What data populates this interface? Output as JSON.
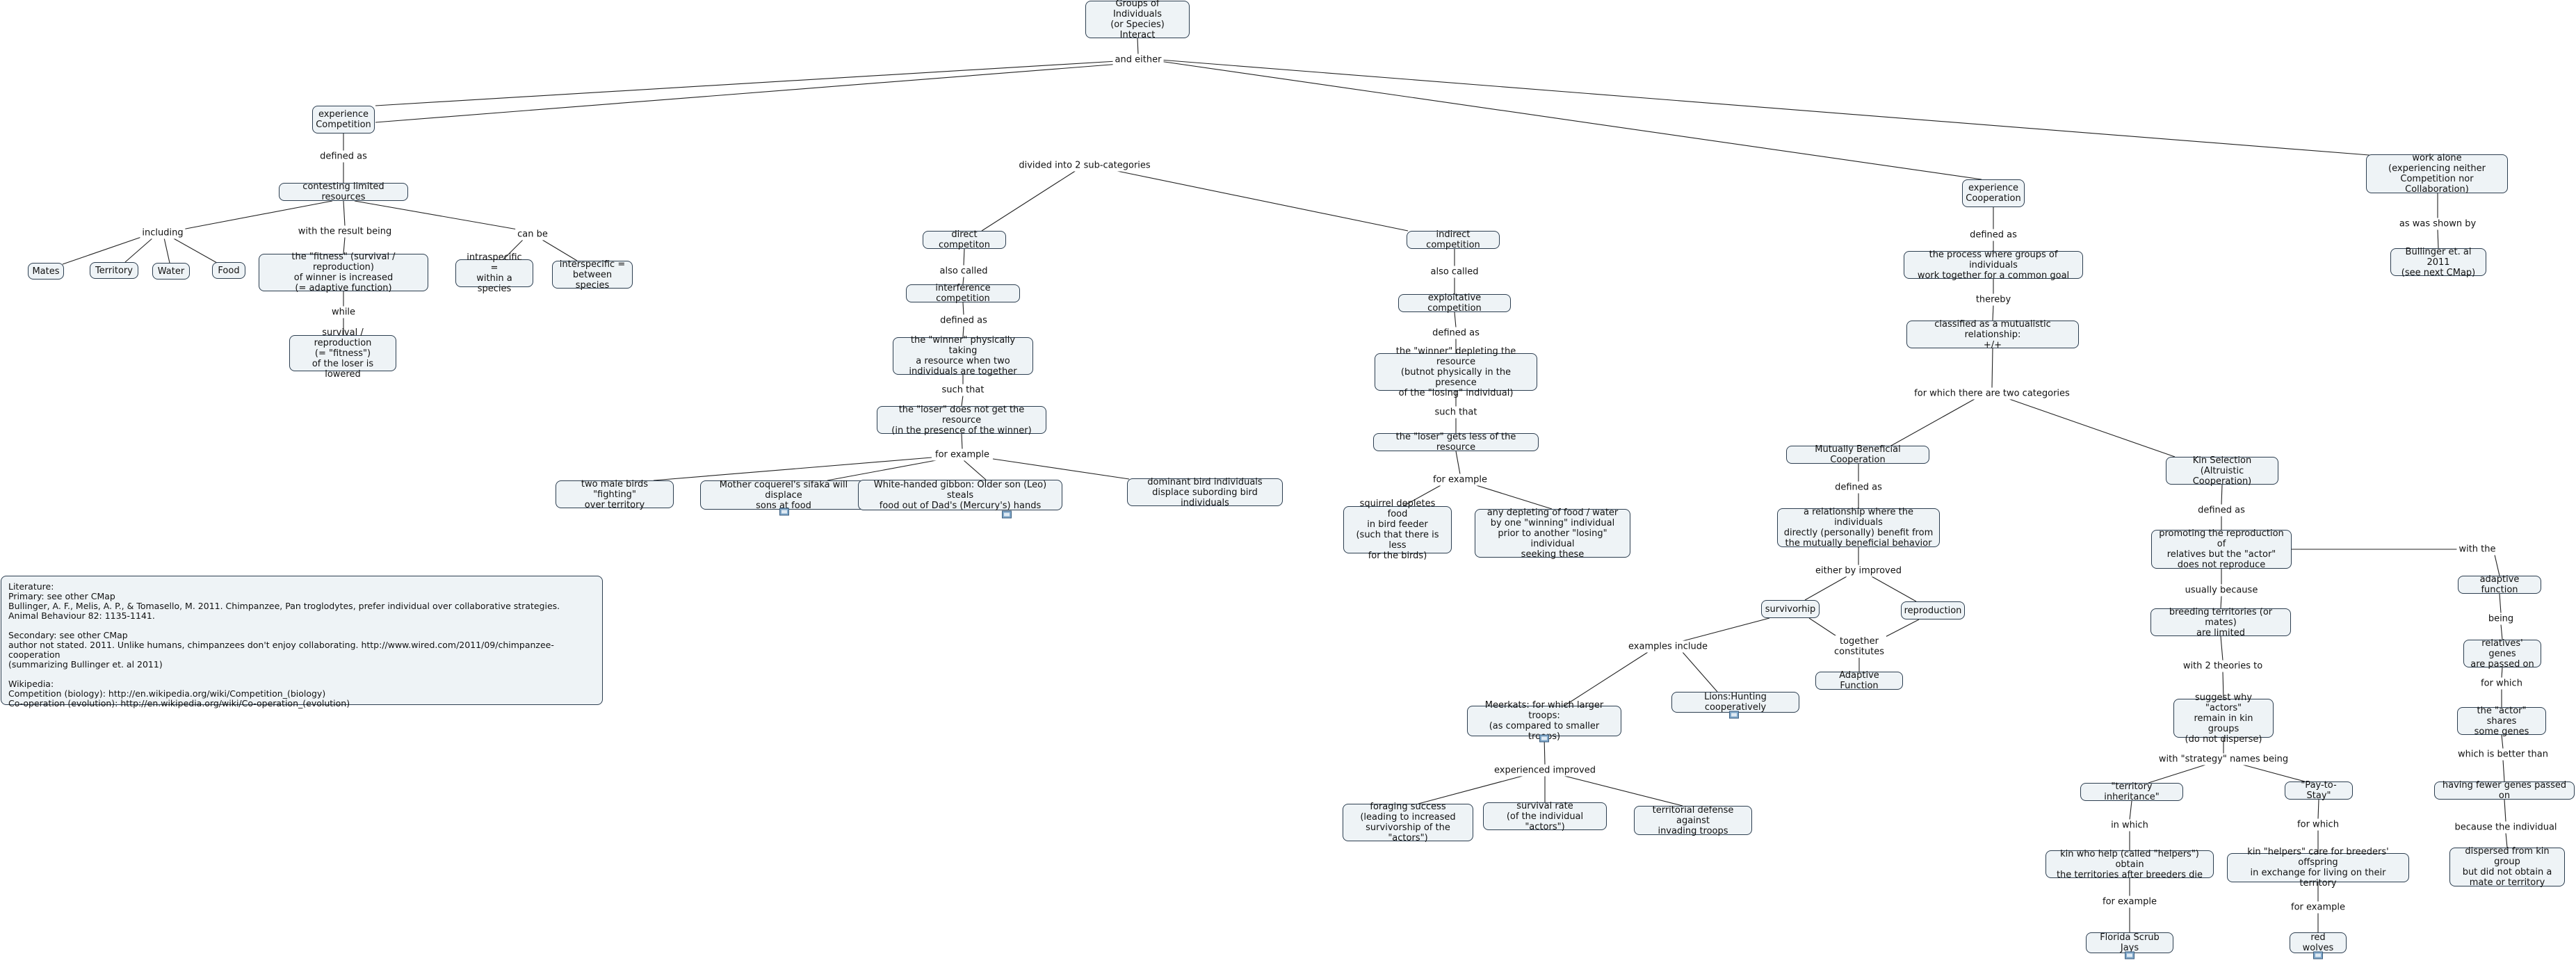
{
  "concepts": {
    "root": "Groups of Individuals\n(or Species)\nInteract",
    "experience_competition": "experience\nCompetition",
    "contesting_limited_resources": "contesting limited resources",
    "mates": "Mates",
    "territory": "Territory",
    "water": "Water",
    "food": "Food",
    "fitness": "the \"fitness\" (survival / reproduction)\nof winner is increased\n(= adaptive function)",
    "survival_loser": "survival / reproduction\n(= \"fitness\")\nof the loser is lowered",
    "intraspecific": "intraspecific =\nwithin a species",
    "interspecific": "interspecific =\nbetween species",
    "direct_competition": "direct competiton",
    "interference_competition": "interference competition",
    "winner_physical": "the \"winner\" physically taking\na resource when two\nindividuals are together",
    "loser_not_get": "the \"loser\" does not get the resource\n(in the presence of the winner)",
    "two_male_birds": "two male birds \"fighting\"\nover territory",
    "mother_coquerel": "Mother coquerel's sifaka will displace\nsons at food",
    "white_handed_gibbon": "White-handed gibbon: Older son (Leo) steals\nfood out of Dad's (Mercury's) hands",
    "dominant_bird": "dominant bird individuals\ndisplace subording bird individuals",
    "indirect_competition": "indirect competition",
    "exploitative_competition": "exploitative competition",
    "winner_depleting": "the \"winner\" depleting the resource\n(butnot physically in the presence\nof the \"losing\" individual)",
    "loser_gets_less": "the \"loser\" gets less of the resource",
    "squirrel": "squirrel depletes food\nin bird feeder\n(such that there is less\nfor the birds)",
    "any_depleting": "any depleting of food / water\nby one \"winning\" individual\nprior to another \"losing\" individual\nseeking these",
    "experience_cooperation": "experience\nCooperation",
    "process_groups": "the process where groups of individuals\nwork together for a common goal",
    "classified_mutualistic": "classified as a mutualistic relationship:\n+/+",
    "work_alone": "work alone\n(experiencing neither\nCompetition nor Collaboration)",
    "bullinger_2011": "Bullinger et. al 2011\n(see next CMap)",
    "mutually_beneficial": "Mutually Beneficial Cooperation",
    "relationship_individuals": "a relationship where the individuals\ndirectly (personally) benefit from\nthe mutually beneficial behavior",
    "survivorship": "survivorhip",
    "reproduction": "reproduction",
    "adaptive_function_1": "Adaptive Function",
    "meerkats": "Meerkats: for which larger troops:\n(as compared to smaller troops)",
    "lions": "Lions:Hunting cooperatively",
    "foraging_success": "foraging success\n(leading to increased\nsurvivorship of the \"actors\")",
    "survival_rate": "survival rate\n(of the individual \"actors\")",
    "territorial_defense": "territorial defense against\ninvading troops",
    "kin_selection": "Kin Selection\n(Altruistic Cooperation)",
    "promoting_reproduction": "promoting the reproduction of\nrelatives but the \"actor\"\ndoes not reproduce",
    "breeding_territories": "breeding territories (or mates)\nare limited",
    "suggest_why": "suggest why \"actors\"\nremain in kin groups\n(do not disperse)",
    "territory_inheritance": "\"territory inheritance\"",
    "pay_to_stay": "\"Pay-to-Stay\"",
    "kin_who_help": "kin who help (called \"helpers\") obtain\nthe territories after breeders die",
    "kin_helpers_care": "kin \"helpers\" care for breeders' offspring\nin exchange for living on their territory",
    "florida_scrub_jays": "Florida Scrub Jays",
    "red_wolves": "red wolves",
    "adaptive_function_2": "adaptive function",
    "relatives_genes": "relatives' genes\nare passed on",
    "actor_shares": "the \"actor\" shares\nsome genes",
    "having_fewer": "having fewer genes passed on",
    "dispersed_from": "dispersed from kin group\nbut did not obtain a\nmate or territory",
    "literature": "Literature:\nPrimary:  see other CMap\nBullinger, A. F., Melis, A. P., & Tomasello, M.  2011.  Chimpanzee, Pan troglodytes, prefer individual over collaborative strategies.\nAnimal Behaviour 82: 1135-1141.\n\nSecondary: see other CMap\nauthor not stated.  2011.  Unlike humans, chimpanzees don't enjoy collaborating.  http://www.wired.com/2011/09/chimpanzee-cooperation\n(summarizing Bullinger et. al 2011)\n\nWikipedia:\nCompetition (biology):  http://en.wikipedia.org/wiki/Competition_(biology)\nCo-operation (evolution): http://en.wikipedia.org/wiki/Co-operation_(evolution)"
  },
  "links": {
    "and_either": "and either",
    "defined_as_1": "defined as",
    "including": "including",
    "with_the_result_being": "with the result being",
    "can_be": "can be",
    "while": "while",
    "divided_into": "divided into 2 sub-categories",
    "also_called_1": "also called",
    "defined_as_2": "defined as",
    "such_that_1": "such that",
    "for_example_1": "for example",
    "also_called_2": "also called",
    "defined_as_3": "defined as",
    "such_that_2": "such that",
    "for_example_2": "for example",
    "defined_as_4": "defined as",
    "thereby": "thereby",
    "for_which_two": "for which there are two categories",
    "as_was_shown_by": "as was shown by",
    "defined_as_5": "defined as",
    "either_by_improved": "either by improved",
    "together_constitutes": "together\nconstitutes",
    "examples_include": "examples include",
    "experienced_improved": "experienced improved",
    "defined_as_6": "defined as",
    "with_the": "with the",
    "usually_because": "usually because",
    "with_2_theories": "with 2 theories to",
    "with_strategy_names": "with \"strategy\" names being",
    "in_which": "in which",
    "for_which": "for which",
    "for_example_3": "for example",
    "for_example_4": "for example",
    "being": "being",
    "for_which_2": "for which",
    "which_is_better_than": "which is better than",
    "because_the_individual": "because the individual"
  },
  "icons": {
    "resource": "resource-icon"
  }
}
